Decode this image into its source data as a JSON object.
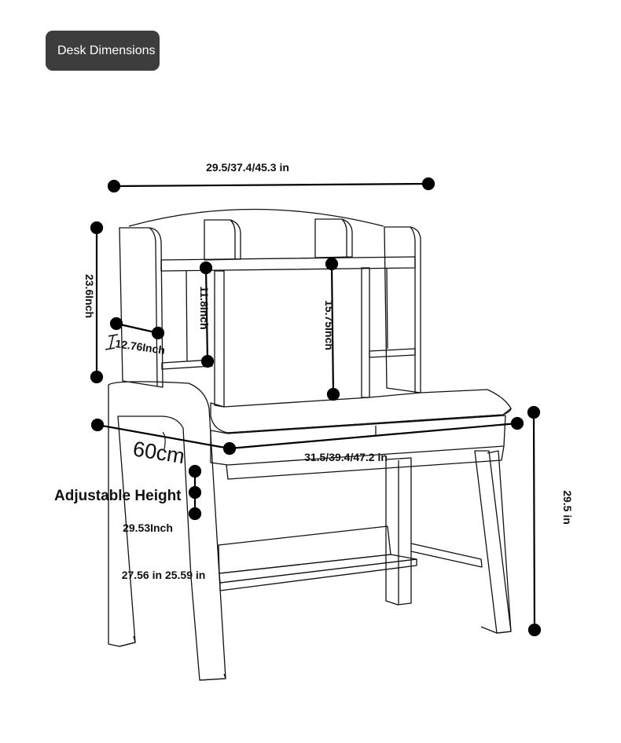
{
  "header": {
    "title": "Desk Dimensions"
  },
  "labels": {
    "top_width": "29.5/37.4/45.3 in",
    "hutch_height": "23.6Inch",
    "shelf_height": "11.8Inch",
    "center_height": "15.75Inch",
    "side_depth": "12.76Inch",
    "depth_cm": "60cm",
    "desk_width": "31.5/39.4/47.2 in",
    "adjustable_height": "Adjustable Height",
    "adj_h1": "29.53Inch",
    "adj_h2": "27.56 in 25.59 in",
    "desk_height": "29.5 in"
  },
  "colors": {
    "badge_bg": "#3d3d3d",
    "line": "#111111"
  }
}
